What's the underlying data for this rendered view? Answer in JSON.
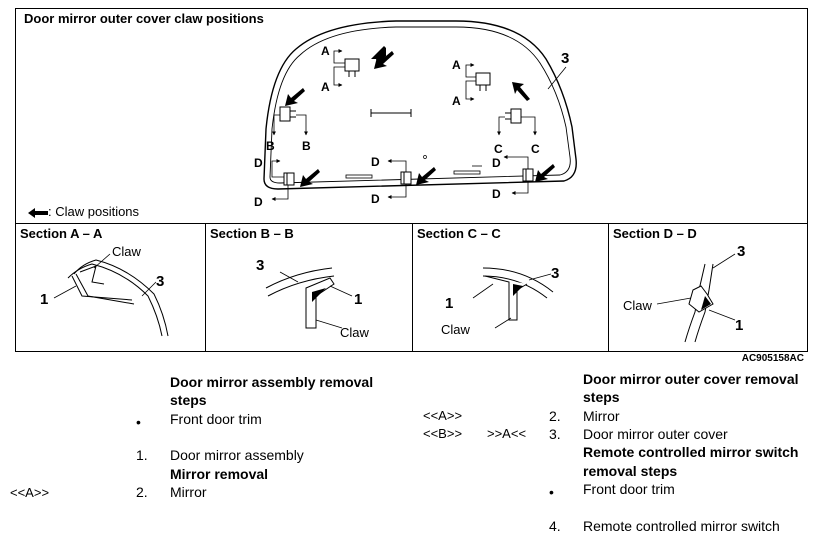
{
  "figure": {
    "title": "Door mirror outer cover claw positions",
    "legend": ": Claw positions",
    "part_label": "3",
    "figure_id": "AC905158AC",
    "claw_letters": {
      "a": "A",
      "b": "B",
      "c": "C",
      "d": "D"
    },
    "sections": [
      {
        "title": "Section A – A",
        "labels": {
          "claw": "Claw",
          "num1": "1",
          "num3": "3"
        }
      },
      {
        "title": "Section B – B",
        "labels": {
          "claw": "Claw",
          "num1": "1",
          "num3": "3"
        }
      },
      {
        "title": "Section C – C",
        "labels": {
          "claw": "Claw",
          "num1": "1",
          "num3": "3"
        }
      },
      {
        "title": "Section D – D",
        "labels": {
          "claw": "Claw",
          "num1": "1",
          "num3": "3"
        }
      }
    ]
  },
  "left_column": {
    "heading": "Door mirror assembly removal steps",
    "heading_line1": "Door mirror assembly removal",
    "heading_line2": "steps",
    "bullet_1": "•",
    "item_trim": "Front door trim",
    "num_1": "1.",
    "item_1": "Door mirror assembly",
    "subheading": "Mirror removal",
    "ref_a": "<<A>>",
    "num_2": "2.",
    "item_2": "Mirror"
  },
  "right_column": {
    "heading_line1": "Door mirror outer cover removal",
    "heading_line2": "steps",
    "ref_a": "<<A>>",
    "num_2": "2.",
    "item_2": "Mirror",
    "ref_b": "<<B>>",
    "ref_a2": ">>A<<",
    "num_3": "3.",
    "item_3": "Door mirror outer cover",
    "subheading_line1": "Remote controlled mirror switch",
    "subheading_line2": "removal steps",
    "bullet": "•",
    "item_trim": "Front door trim",
    "num_4": "4.",
    "item_4": "Remote controlled mirror switch"
  }
}
